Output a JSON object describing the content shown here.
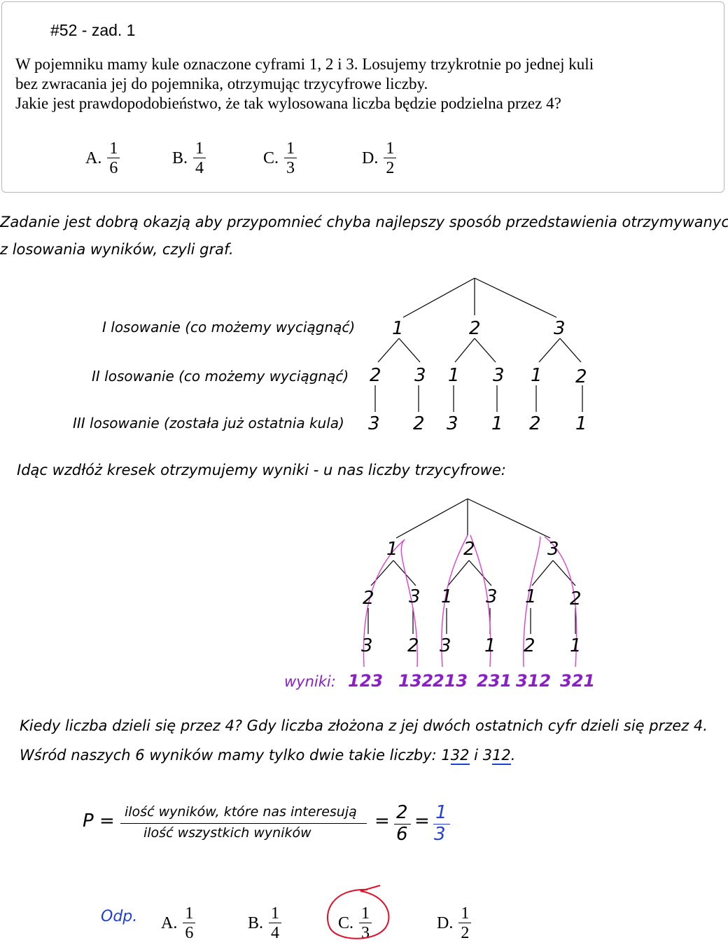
{
  "task": {
    "title": "#52 - zad. 1",
    "question": [
      "W pojemniku mamy kule oznaczone cyframi 1, 2 i 3. Losujemy trzykrotnie po jednej kuli",
      "bez zwracania jej do pojemnika, otrzymując trzycyfrowe liczby.",
      "Jakie jest prawdopodobieństwo, że tak wylosowana liczba będzie podzielna przez 4?"
    ],
    "options": [
      {
        "letter": "A.",
        "num": "1",
        "den": "6"
      },
      {
        "letter": "B.",
        "num": "1",
        "den": "4"
      },
      {
        "letter": "C.",
        "num": "1",
        "den": "3"
      },
      {
        "letter": "D.",
        "num": "1",
        "den": "2"
      }
    ]
  },
  "intro": [
    "Zadanie jest dobrą okazją aby przypomnieć chyba najlepszy sposób przedstawienia otrzymywanych",
    "z losowania wyników, czyli graf."
  ],
  "tree1": {
    "labels": [
      "I losowanie (co możemy wyciągnąć)",
      "II losowanie (co możemy wyciągnąć)",
      "III losowanie (została już ostatnia kula)"
    ],
    "level1": [
      "1",
      "2",
      "3"
    ],
    "level2": [
      "2",
      "3",
      "1",
      "3",
      "1",
      "2"
    ],
    "level3": [
      "3",
      "2",
      "3",
      "1",
      "2",
      "1"
    ]
  },
  "walk_text": "Idąc wzdłóż kresek otrzymujemy wyniki - u nas liczby trzycyfrowe:",
  "tree2": {
    "level1": [
      "1",
      "2",
      "3"
    ],
    "level2": [
      "2",
      "3",
      "1",
      "3",
      "1",
      "2"
    ],
    "level3": [
      "3",
      "2",
      "3",
      "1",
      "2",
      "1"
    ],
    "results_label": "wyniki:",
    "results": [
      "123",
      "132",
      "213",
      "231",
      "312",
      "321"
    ]
  },
  "divisibility": {
    "line1": "Kiedy liczba dzieli się przez 4? Gdy liczba złożona z jej dwóch ostatnich cyfr dzieli się przez 4.",
    "line2_start": "Wśród naszych 6 wyników mamy tylko dwie takie liczby: ",
    "num1_first": "1",
    "num1_last": "32",
    "conj": " i ",
    "num2_first": "3",
    "num2_last": "12",
    "end": "."
  },
  "probability": {
    "symbol": "P =",
    "numerator": "ilość wyników, które nas interesują",
    "denominator": "ilość wszystkich wyników",
    "eq1": "=",
    "frac1_num": "2",
    "frac1_den": "6",
    "eq2": "=",
    "frac2_num": "1",
    "frac2_den": "3"
  },
  "answer": {
    "label": "Odp.",
    "options": [
      {
        "letter": "A.",
        "num": "1",
        "den": "6"
      },
      {
        "letter": "B.",
        "num": "1",
        "den": "4"
      },
      {
        "letter": "C.",
        "num": "1",
        "den": "3"
      },
      {
        "letter": "D.",
        "num": "1",
        "den": "2"
      }
    ],
    "selected": "C."
  },
  "colors": {
    "magenta": "#e040d0",
    "purple": "#8a1ec8",
    "blue": "#1f3fd6",
    "red": "#e0102a",
    "box_border": "#b8b8b8"
  }
}
